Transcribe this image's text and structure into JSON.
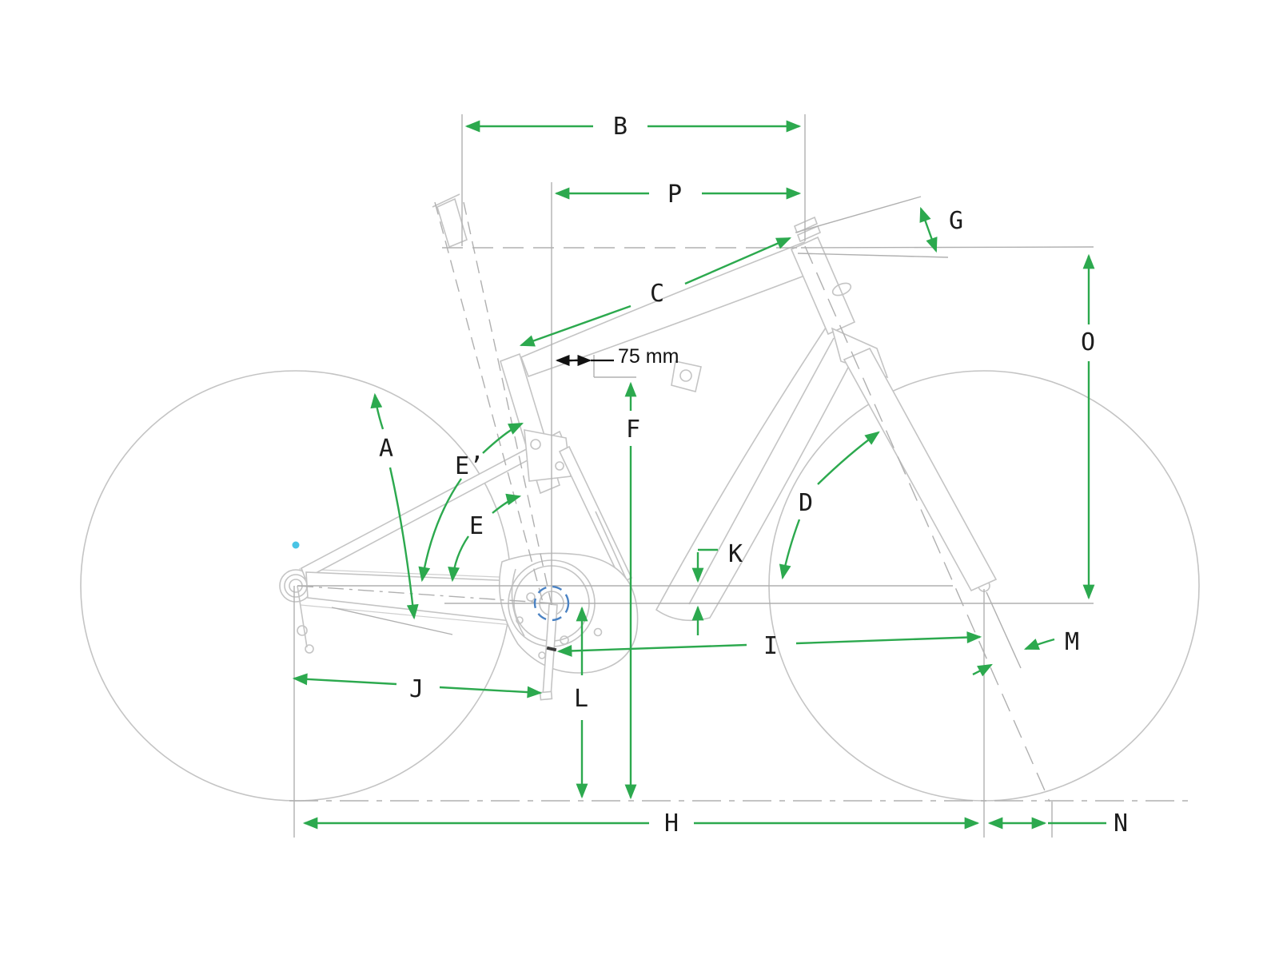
{
  "diagram": {
    "kind": "bicycle-geometry-diagram",
    "colors": {
      "annotation_green": "#2ca94e",
      "sketch_gray": "#c4c4c4",
      "reference_gray": "#b0b0b0",
      "label_black": "#1c1c1c",
      "bb_highlight_blue": "#4a82c3",
      "hub_dot_cyan": "#49c4e5"
    }
  },
  "labels": {
    "A": "A",
    "B": "B",
    "C": "C",
    "D": "D",
    "E": "E",
    "E_prime": "E’",
    "F": "F",
    "G": "G",
    "H": "H",
    "I": "I",
    "J": "J",
    "K": "K",
    "L": "L",
    "M": "M",
    "N": "N",
    "O": "O",
    "P": "P",
    "offset_75mm": "75 mm"
  }
}
